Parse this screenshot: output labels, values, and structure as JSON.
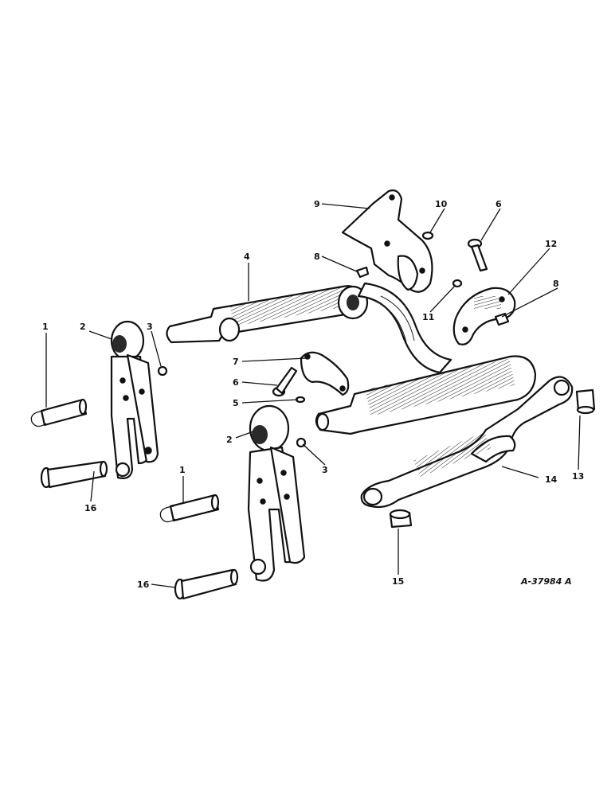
{
  "diagram": {
    "code": "A-37984 A",
    "callouts": {
      "c1a": "1",
      "c1b": "1",
      "c2a": "2",
      "c2b": "2",
      "c3a": "3",
      "c3b": "3",
      "c4": "4",
      "c5": "5",
      "c6a": "6",
      "c6b": "6",
      "c7": "7",
      "c8a": "8",
      "c8b": "8",
      "c9": "9",
      "c10": "10",
      "c11": "11",
      "c12": "12",
      "c13": "13",
      "c14": "14",
      "c15": "15",
      "c16a": "16",
      "c16b": "16"
    }
  }
}
